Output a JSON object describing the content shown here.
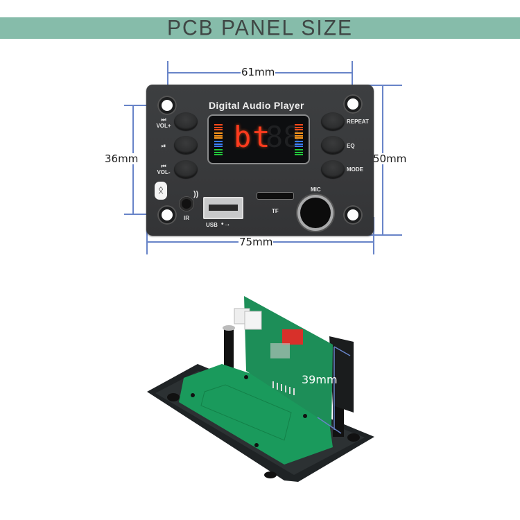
{
  "banner": {
    "title": "PCB PANEL SIZE",
    "background_color": "#86bcaa",
    "text_color": "#3f4644"
  },
  "dimensions": {
    "hole_spacing_width": "61mm",
    "hole_spacing_height": "36mm",
    "panel_height": "50mm",
    "panel_width": "75mm",
    "depth": "39mm",
    "line_color": "#6884c8"
  },
  "panel": {
    "title": "Digital Audio Player",
    "display_text": "bt",
    "left_buttons": [
      {
        "icon": "next-track-icon",
        "label": "VOL+"
      },
      {
        "icon": "play-pause-icon",
        "label": ""
      },
      {
        "icon": "previous-track-icon",
        "label": "VOL-"
      }
    ],
    "right_buttons": [
      {
        "label": "REPEAT"
      },
      {
        "label": "EQ"
      },
      {
        "label": "MODE"
      }
    ],
    "ports": {
      "ir_label": "IR",
      "usb_label": "USB",
      "tf_label": "TF",
      "mic_label": "MIC"
    },
    "icons": {
      "bluetooth": "bluetooth-icon",
      "ir_signal": "wireless-signal-icon",
      "usb_symbol": "usb-icon"
    },
    "colors": {
      "panel": "#3a3b3d",
      "display_digits": "#ff3b1e",
      "vu_red": "#ff4a1a",
      "vu_orange": "#ff9a1a",
      "vu_blue": "#3a7dff",
      "vu_green": "#22c83a"
    }
  },
  "photo": {
    "description": "Angled view of module showing green PCB, white connectors, red connector and black mounting frame"
  }
}
